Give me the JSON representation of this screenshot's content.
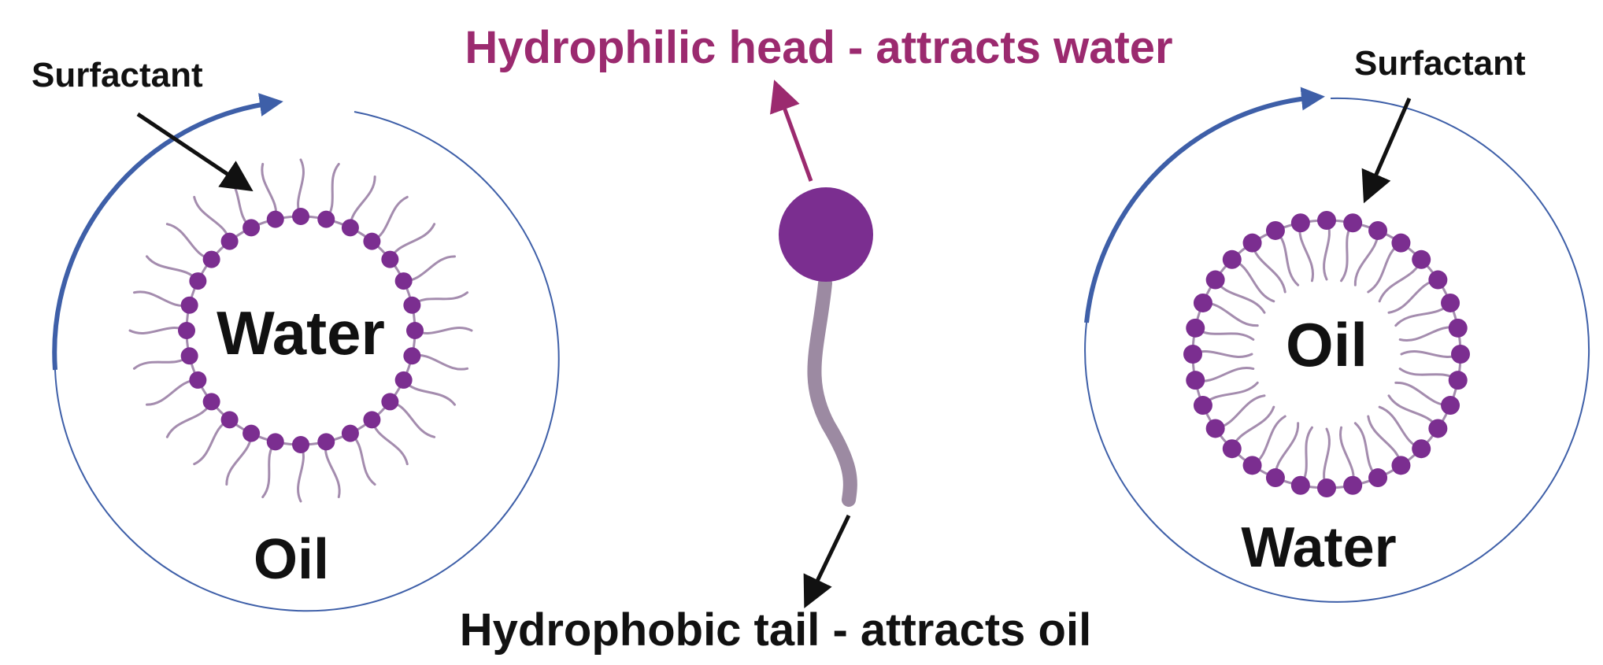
{
  "labels": {
    "head": "Hydrophilic head - attracts water",
    "tail": "Hydrophobic tail - attracts oil",
    "surfactant_left": "Surfactant",
    "surfactant_right": "Surfactant",
    "left_inner": "Water",
    "left_outer": "Oil",
    "right_inner": "Oil",
    "right_outer": "Water"
  },
  "colors": {
    "head_label": "#9b2a6f",
    "ring": "#3e5fa8",
    "surfactant_head": "#7b2e90",
    "surfactant_tail": "#a48cae",
    "arrow": "#111111",
    "center_tail": "#9c8aa2"
  },
  "micelles": {
    "left": {
      "type": "reverse micelle",
      "heads": 28
    },
    "right": {
      "type": "normal micelle",
      "heads": 32
    }
  }
}
